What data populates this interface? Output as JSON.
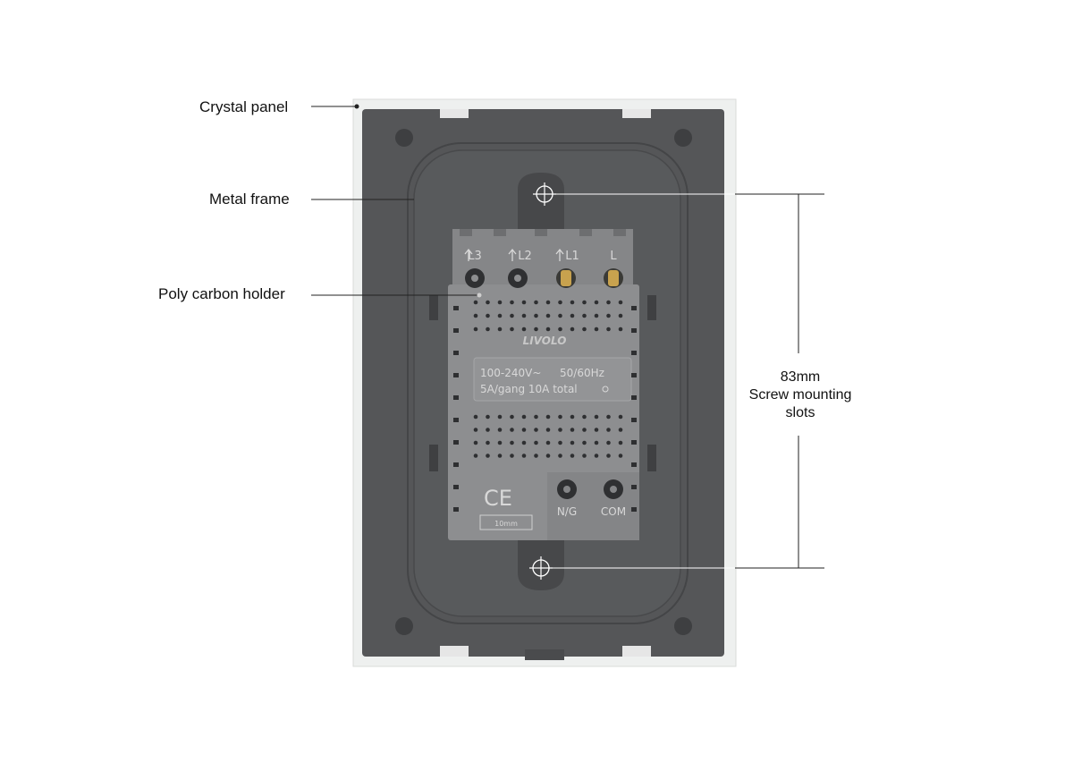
{
  "callouts": {
    "crystal_panel": "Crystal panel",
    "metal_frame": "Metal frame",
    "poly_carbon_holder": "Poly carbon holder"
  },
  "dimension": {
    "value": "83mm",
    "line1": "Screw mounting",
    "line2": "slots"
  },
  "module": {
    "brand": "LIVOLO",
    "terminals_top": [
      "L3",
      "L2",
      "L1",
      "L"
    ],
    "terminals_bottom": [
      "N/G",
      "COM"
    ],
    "spec_line1_left": "100-240V~",
    "spec_line1_right": "50/60Hz",
    "spec_line2": "5A/gang 10A total",
    "ce_mark": "CE",
    "strip_length": "10mm"
  },
  "colors": {
    "panel_white": "#eef0ef",
    "frame_dark": "#555658",
    "module_gray": "#8d8e90",
    "module_text": "#d8d8d8"
  }
}
